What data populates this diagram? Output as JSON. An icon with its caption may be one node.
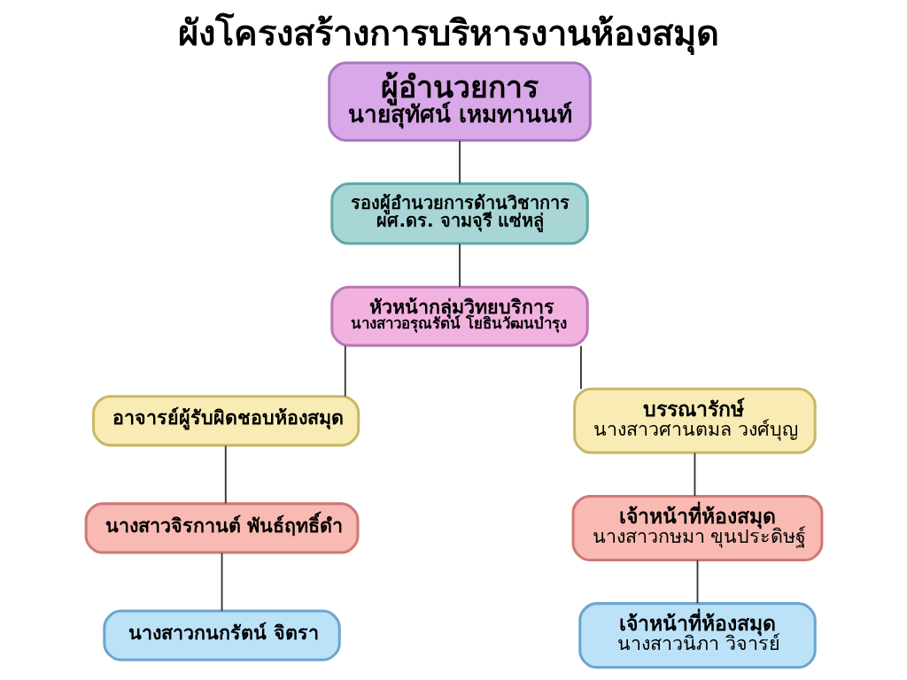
{
  "diagram": {
    "title": "ผังโครงสร้างการบริหารงานห้องสมุด",
    "nodes": [
      {
        "text": [
          "ผู้อำนวยการ",
          "นายสุทัศน์ เหมทานนท์"
        ]
      },
      {
        "text": [
          "รองผู้อำนวยการด้านวิชาการ",
          "ผศ.ดร. จามจุรี แซ่หลู่"
        ]
      },
      {
        "text": [
          "หัวหน้ากลุ่มวิทยบริการ",
          "นางสาวอรุณรัตน์ โยธินวัฒนบำรุง"
        ]
      },
      {
        "text": [
          "อาจารย์ผู้รับผิดชอบห้องสมุด"
        ]
      },
      {
        "text": [
          "นางสาวจิรกานต์ พันธ์ฤทธิ์ดำ"
        ]
      },
      {
        "text": [
          "นางสาวกนกรัตน์ จิตรา"
        ]
      },
      {
        "text": [
          "บรรณารักษ์",
          "นางสาวศานตมล วงศ์บุญ"
        ]
      },
      {
        "text": [
          "เจ้าหน้าที่ห้องสมุด",
          "นางสาวกษมา ขุนประดิษฐ์"
        ]
      },
      {
        "text": [
          "เจ้าหน้าที่ห้องสมุด",
          "นางสาวนิภา วิจารย์"
        ]
      }
    ],
    "edges": [
      {
        "from": 0,
        "to": 1,
        "arrow": "none"
      },
      {
        "from": 1,
        "to": 2,
        "arrow": "none"
      },
      {
        "from": 2,
        "to": 3,
        "arrow": "none"
      },
      {
        "from": 2,
        "to": 6,
        "arrow": "none"
      },
      {
        "from": 3,
        "to": 4,
        "arrow": "none"
      },
      {
        "from": 4,
        "to": 5,
        "arrow": "none"
      },
      {
        "from": 6,
        "to": 7,
        "arrow": "none"
      },
      {
        "from": 7,
        "to": 8,
        "arrow": "none"
      }
    ]
  }
}
